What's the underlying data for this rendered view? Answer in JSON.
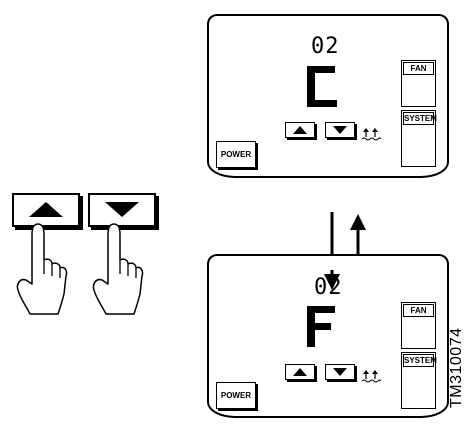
{
  "top_display": {
    "code": "02",
    "letter": "C",
    "fan_label": "FAN",
    "system_label": "SYSTEM",
    "power_label": "POWER"
  },
  "bottom_display": {
    "code": "02",
    "letter": "F",
    "fan_label": "FAN",
    "system_label": "SYSTEM",
    "power_label": "POWER"
  },
  "figure_id": "TM310074",
  "icons": {
    "up_button": "up-arrow",
    "down_button": "down-arrow",
    "hand": "pointing-hand",
    "snowflake_sun": "heat-cool-icon",
    "transition": "up-down-arrows"
  }
}
